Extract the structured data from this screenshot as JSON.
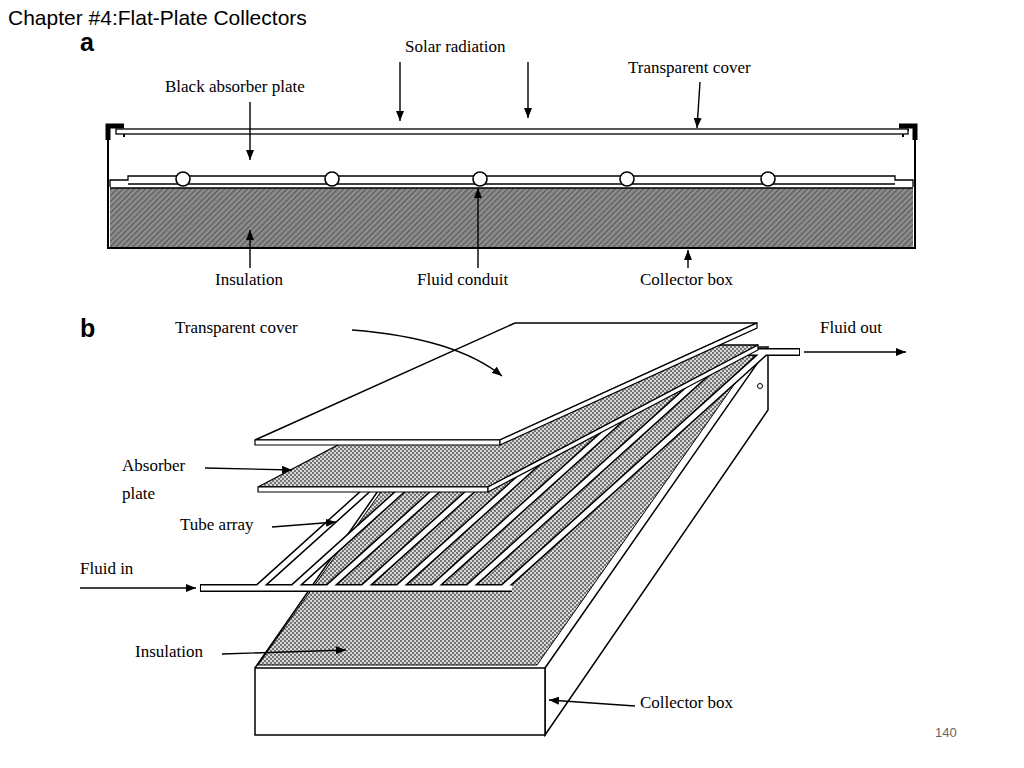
{
  "diagram": {
    "title": "Chapter #4:Flat-Plate Collectors",
    "labels": [
      "a",
      "Solar radiation",
      "Transparent cover",
      "Black absorber plate",
      "Insulation",
      "Fluid conduit",
      "Collector box",
      "b",
      "Transparent cover",
      "Fluid out",
      "Absorber plate",
      "Tube array",
      "Fluid in",
      "Insulation",
      "Collector box",
      "140"
    ]
  }
}
